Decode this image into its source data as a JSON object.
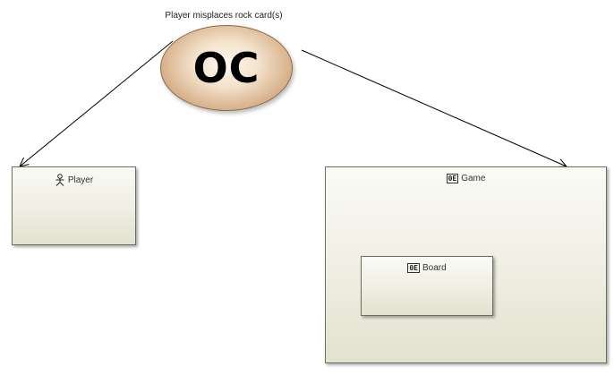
{
  "diagram": {
    "title": "Player misplaces rock card(s)",
    "center_node": {
      "label": "OC",
      "fill_colors": [
        "#fff7ee",
        "#d7b18a",
        "#b88a5e"
      ]
    },
    "nodes": [
      {
        "id": "player",
        "label": "Player",
        "icon": "actor-icon"
      },
      {
        "id": "game",
        "label": "Game",
        "icon": "object-entity-icon"
      },
      {
        "id": "board",
        "label": "Board",
        "icon": "object-entity-icon",
        "parent": "game"
      }
    ],
    "edges": [
      {
        "from": "oc",
        "to": "player",
        "style": "open-arrow"
      },
      {
        "from": "oc",
        "to": "game",
        "style": "open-arrow"
      }
    ],
    "icon_text": "0E",
    "box_fill": "#eeeee2",
    "box_border": "#6e6e5e"
  }
}
